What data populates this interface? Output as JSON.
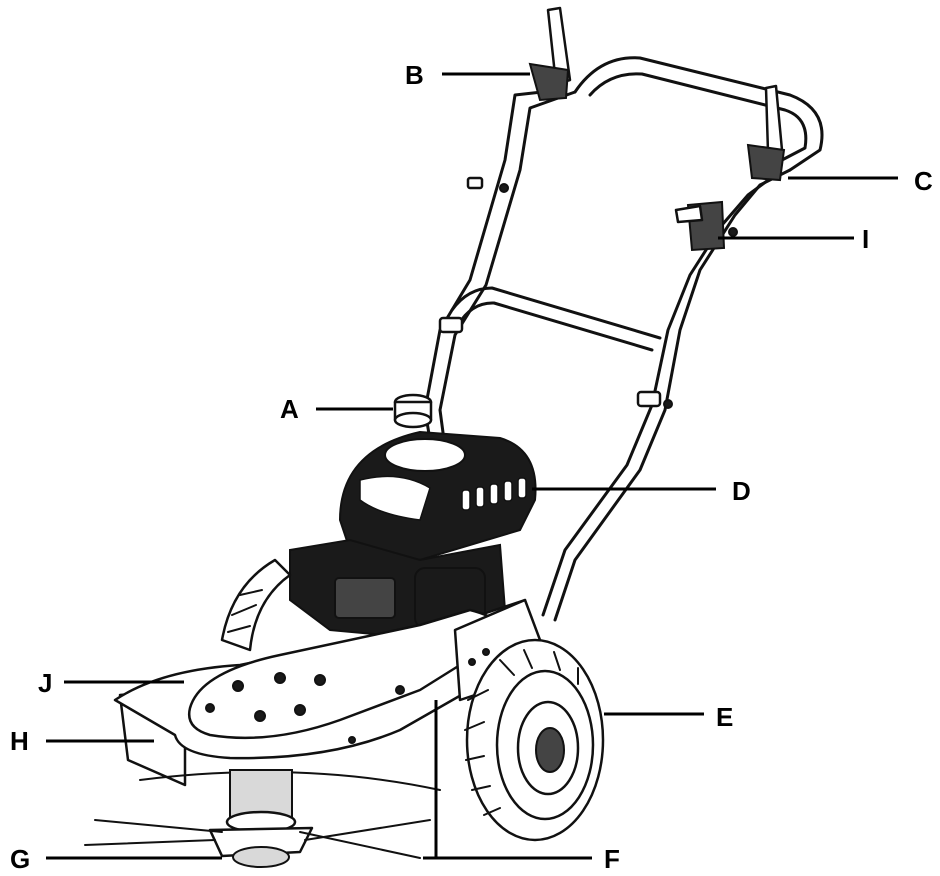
{
  "callouts": {
    "a": "A",
    "b": "B",
    "c": "C",
    "d": "D",
    "e": "E",
    "f": "F",
    "g": "G",
    "h": "H",
    "i": "I",
    "j": "J"
  }
}
